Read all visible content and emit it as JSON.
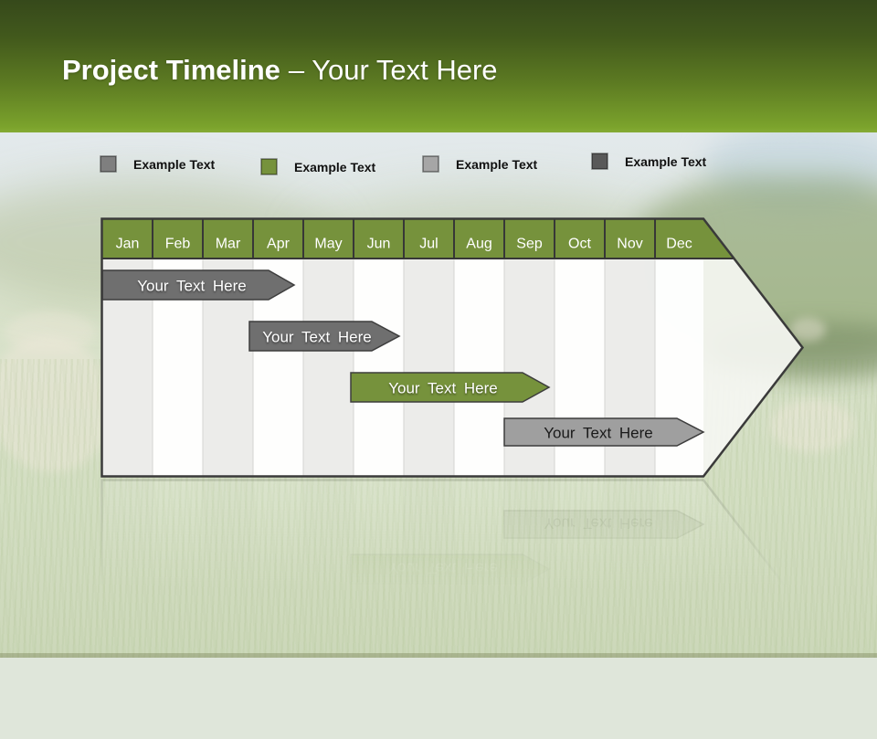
{
  "slide": {
    "title": {
      "bold": "Project Timeline",
      "rest": "– Your Text Here"
    }
  },
  "legend": {
    "items": [
      {
        "label": "Example Text",
        "color": "#7f7f7f"
      },
      {
        "label": "Example Text",
        "color": "#76923C"
      },
      {
        "label": "Example Text",
        "color": "#a6a6a6"
      },
      {
        "label": "Example Text",
        "color": "#595959"
      }
    ]
  },
  "timeline": {
    "header_color": "#76923C",
    "months": [
      "Jan",
      "Feb",
      "Mar",
      "Apr",
      "May",
      "Jun",
      "Jul",
      "Aug",
      "Sep",
      "Oct",
      "Nov",
      "Dec"
    ],
    "bars": [
      {
        "label": "Your Text Here",
        "start": "Jan",
        "end": "Apr",
        "fill": "#6f6f6f",
        "text_color": "#ffffff"
      },
      {
        "label": "Your Text Here",
        "start": "Apr",
        "end": "Jun",
        "fill": "#6f6f6f",
        "text_color": "#ffffff"
      },
      {
        "label": "Your Text Here",
        "start": "Jun",
        "end": "Sep",
        "fill": "#76923C",
        "text_color": "#ffffff"
      },
      {
        "label": "Your Text Here",
        "start": "Sep",
        "end": "Dec",
        "fill": "#9f9f9f",
        "text_color": "#1a1a1a"
      }
    ]
  },
  "colors": {
    "accent_green": "#76923C",
    "band_top": "#36491b",
    "band_bottom": "#7ba32c",
    "bar_gray": "#6f6f6f",
    "bar_light_gray": "#9f9f9f"
  }
}
